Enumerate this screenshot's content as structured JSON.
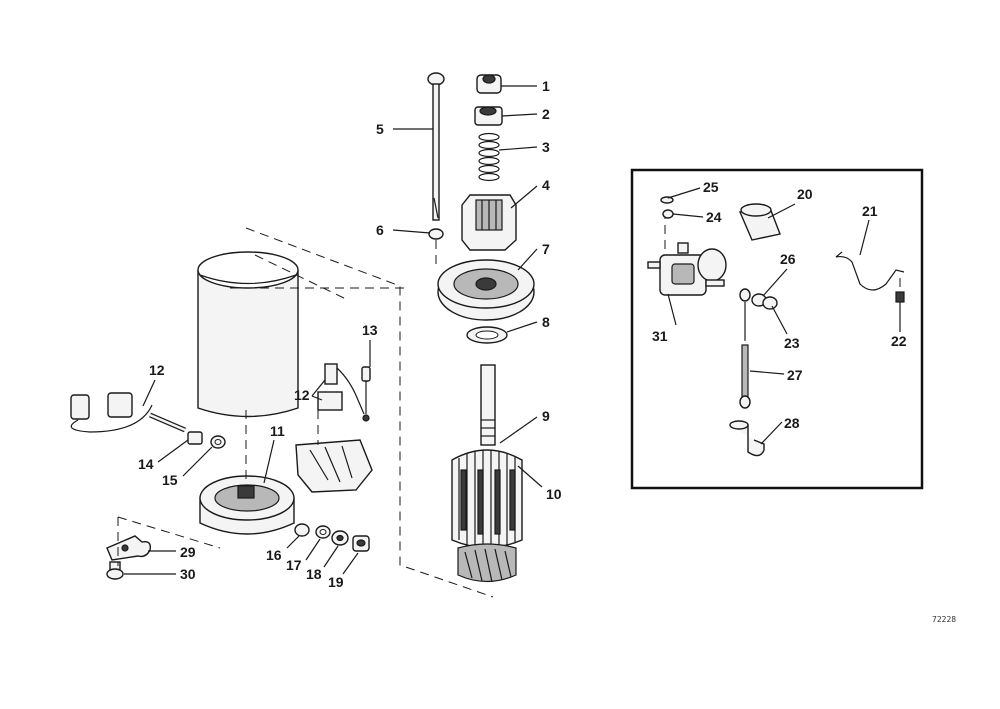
{
  "diagram": {
    "callouts": [
      "1",
      "2",
      "3",
      "4",
      "5",
      "6",
      "7",
      "8",
      "9",
      "10",
      "11",
      "12",
      "12",
      "13",
      "14",
      "15",
      "16",
      "17",
      "18",
      "19",
      "20",
      "21",
      "22",
      "23",
      "24",
      "25",
      "26",
      "27",
      "28",
      "29",
      "30",
      "31"
    ],
    "drawing_number": "72228"
  }
}
